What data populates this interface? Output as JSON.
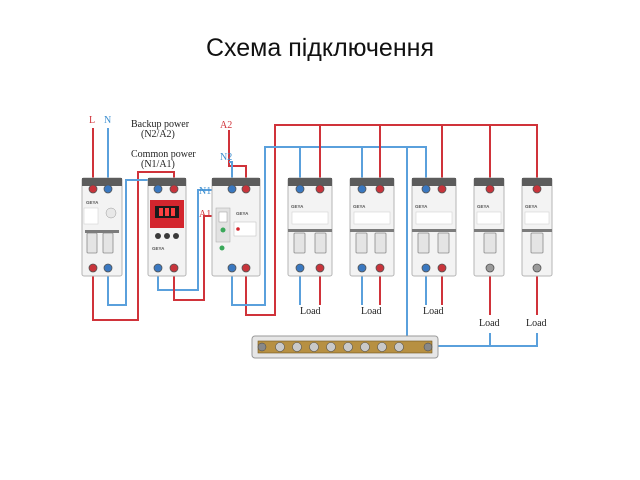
{
  "title": "Схема підключення",
  "labels": {
    "l": "L",
    "n": "N",
    "backup_power_1": "Backup power",
    "backup_power_2": "(N2/A2)",
    "common_power_1": "Common power",
    "common_power_2": "(N1/A1)",
    "a2": "A2",
    "n2": "N2",
    "n1": "N1",
    "a1": "A1",
    "load_1": "Load",
    "load_2": "Load",
    "load_3": "Load",
    "load_4": "Load",
    "load_5": "Load"
  },
  "brand": "GEYA",
  "colors": {
    "phase_wire": "#d0333a",
    "neutral_wire": "#5aa0dc",
    "voltage_relay_accent": "#d3262e"
  }
}
